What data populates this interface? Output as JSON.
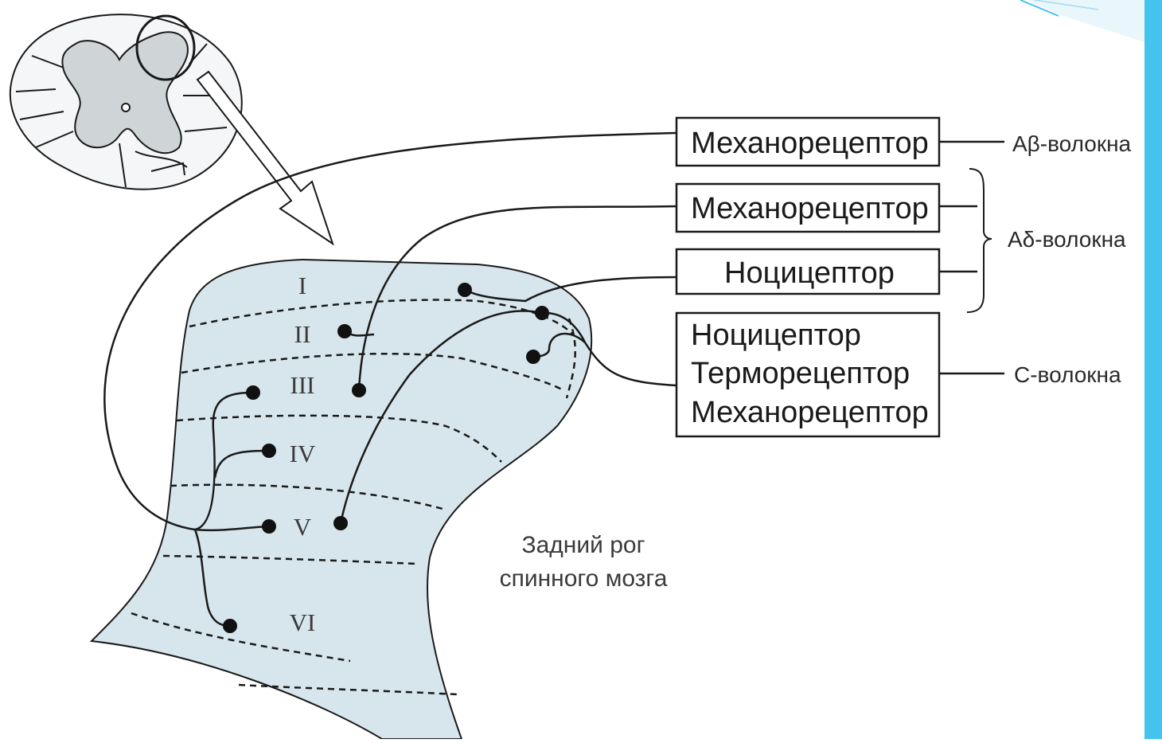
{
  "receptors": {
    "mech1": "Механорецептор",
    "mech2": "Механорецептор",
    "noci": "Ноцицептор",
    "c_noci": "Ноцицептор",
    "c_thermo": "Терморецептор",
    "c_mech": "Механорецептор"
  },
  "fibers": {
    "abeta": "Aβ-волокна",
    "adelta": "Aδ-волокна",
    "c": "С-волокна"
  },
  "laminae": [
    "I",
    "II",
    "III",
    "IV",
    "V",
    "VI"
  ],
  "caption": {
    "line1": "Задний рог",
    "line2": "спинного мозга"
  },
  "colors": {
    "horn_fill": "#d7e6ec",
    "stroke": "#1a1a1a",
    "slide_accent": "#43c3ee"
  }
}
